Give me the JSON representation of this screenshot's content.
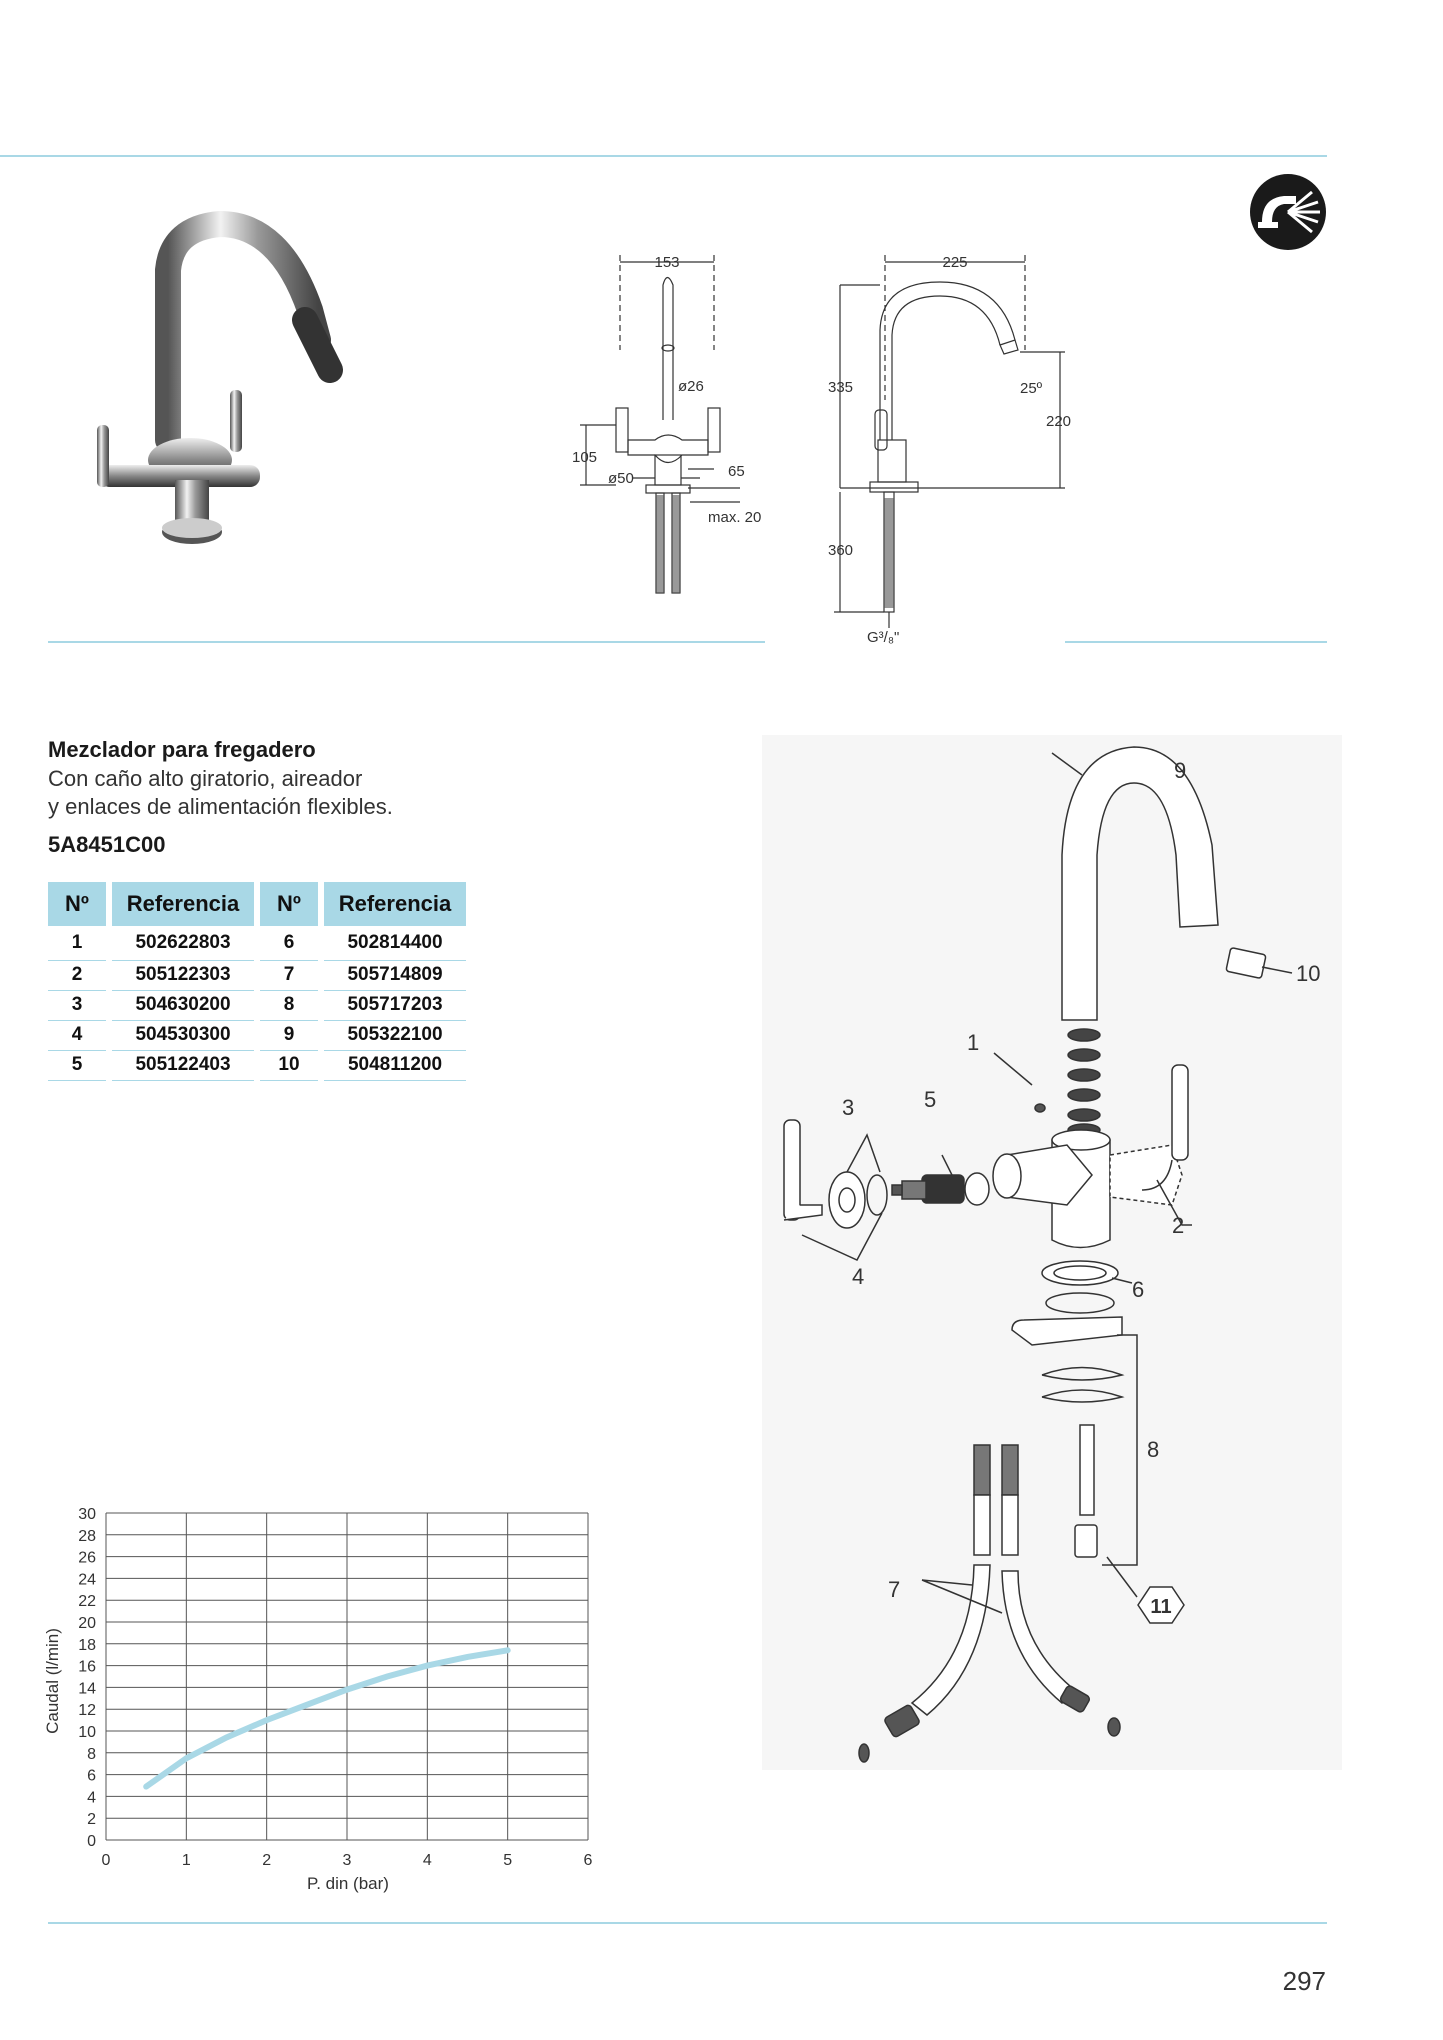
{
  "product": {
    "title": "Mezclador para fregadero",
    "description_line1": "Con caño alto giratorio, aireador",
    "description_line2": "y enlaces de alimentación flexibles.",
    "code": "5A8451C00"
  },
  "parts_table": {
    "headers": [
      "Nº",
      "Referencia",
      "Nº",
      "Referencia"
    ],
    "rows": [
      {
        "n1": "1",
        "ref1": "502622803",
        "n2": "6",
        "ref2": "502814400"
      },
      {
        "n1": "2",
        "ref1": "505122303",
        "n2": "7",
        "ref2": "505714809"
      },
      {
        "n1": "3",
        "ref1": "504630200",
        "n2": "8",
        "ref2": "505717203"
      },
      {
        "n1": "4",
        "ref1": "504530300",
        "n2": "9",
        "ref2": "505322100"
      },
      {
        "n1": "5",
        "ref1": "505122403",
        "n2": "10",
        "ref2": "504811200"
      }
    ]
  },
  "dimensions": {
    "front": {
      "width": "153",
      "spout_diameter": "ø26",
      "height_body": "105",
      "base_diameter": "ø50",
      "handle_height": "65",
      "max_thickness": "max. 20"
    },
    "side": {
      "reach": "225",
      "height": "335",
      "angle": "25º",
      "spout_clearance": "220",
      "hose_length": "360",
      "thread": "G³/₈\""
    }
  },
  "exploded_labels": [
    "1",
    "2",
    "3",
    "4",
    "5",
    "6",
    "7",
    "8",
    "9",
    "10",
    "11"
  ],
  "icon": "kitchen-faucet-icon",
  "chart_data": {
    "type": "line",
    "xlabel": "P. din (bar)",
    "ylabel": "Caudal (l/min)",
    "xlim": [
      0,
      6
    ],
    "ylim": [
      0,
      30
    ],
    "x_ticks": [
      "0",
      "1",
      "2",
      "3",
      "4",
      "5",
      "6"
    ],
    "y_ticks": [
      "0",
      "2",
      "4",
      "6",
      "8",
      "10",
      "12",
      "14",
      "16",
      "18",
      "20",
      "22",
      "24",
      "26",
      "28",
      "30"
    ],
    "grid": true,
    "color": "#a9d8e6",
    "series": [
      {
        "x": [
          0.5,
          1.0,
          1.5,
          2.0,
          2.5,
          3.0,
          3.5,
          4.0,
          4.5,
          5.0
        ],
        "y": [
          4.9,
          7.5,
          9.4,
          11.0,
          12.4,
          13.8,
          15.0,
          16.0,
          16.8,
          17.4
        ]
      }
    ]
  },
  "page_number": "297"
}
